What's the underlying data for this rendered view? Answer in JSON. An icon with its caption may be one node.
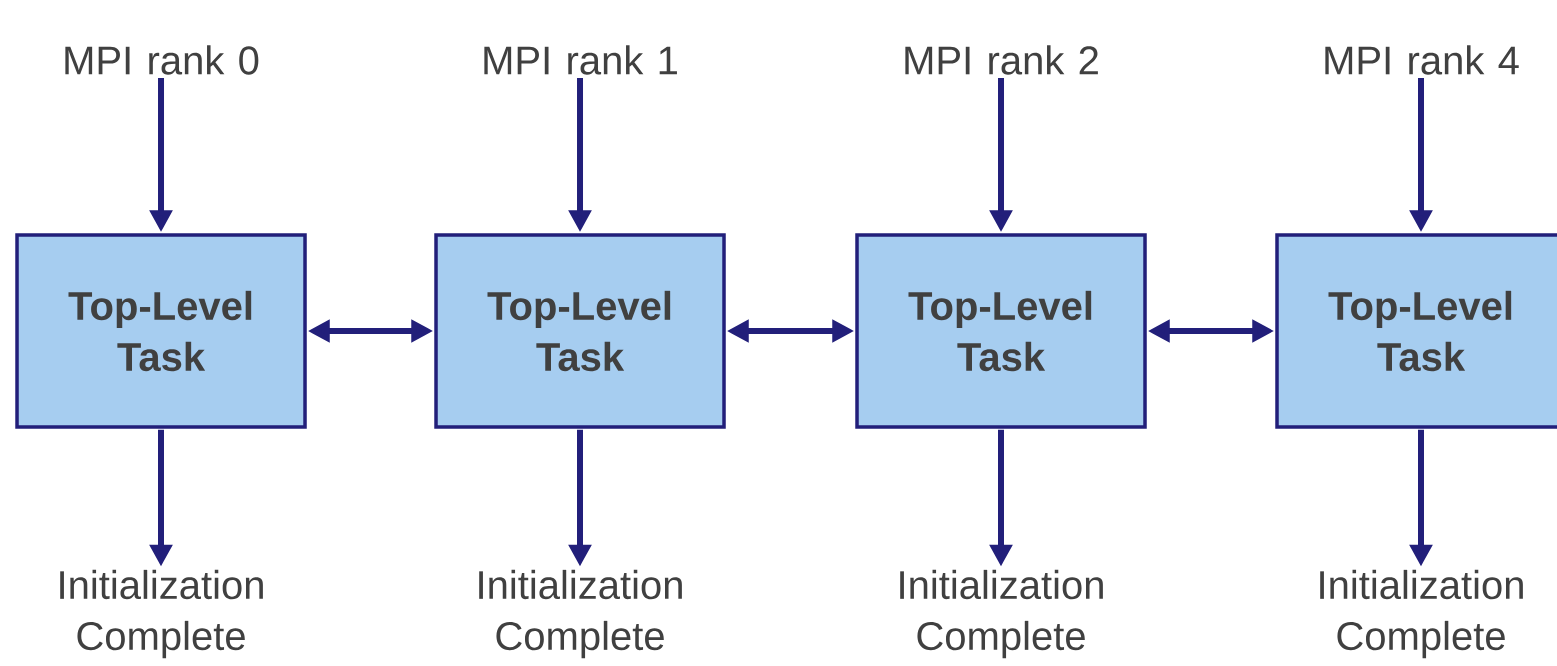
{
  "diagram": {
    "nodes": [
      {
        "text": [
          "MPI rank 0"
        ]
      },
      {
        "text": [
          "MPI rank 1"
        ]
      },
      {
        "text": [
          "MPI rank 2"
        ]
      },
      {
        "text": [
          "MPI rank 4"
        ]
      },
      {
        "text": [
          "Top-Level Task"
        ]
      },
      {
        "text": [
          "Top-Level Task"
        ]
      },
      {
        "text": [
          "Top-Level Task"
        ]
      },
      {
        "text": [
          "Top-Level Task"
        ]
      },
      {
        "text": [
          "Initialization Complete"
        ]
      },
      {
        "text": [
          "Initialization Complete"
        ]
      },
      {
        "text": [
          "Initialization Complete"
        ]
      },
      {
        "text": [
          "Initialization Complete"
        ]
      }
    ],
    "edges": [
      {
        "from": 0,
        "to": 4,
        "arrow": "to"
      },
      {
        "from": 1,
        "to": 5,
        "arrow": "to"
      },
      {
        "from": 2,
        "to": 6,
        "arrow": "to"
      },
      {
        "from": 3,
        "to": 7,
        "arrow": "to"
      },
      {
        "from": 4,
        "to": 5,
        "arrow": "both"
      },
      {
        "from": 5,
        "to": 6,
        "arrow": "both"
      },
      {
        "from": 6,
        "to": 7,
        "arrow": "both"
      },
      {
        "from": 4,
        "to": 8,
        "arrow": "to"
      },
      {
        "from": 5,
        "to": 9,
        "arrow": "to"
      },
      {
        "from": 6,
        "to": 10,
        "arrow": "to"
      },
      {
        "from": 7,
        "to": 11,
        "arrow": "to"
      }
    ]
  }
}
